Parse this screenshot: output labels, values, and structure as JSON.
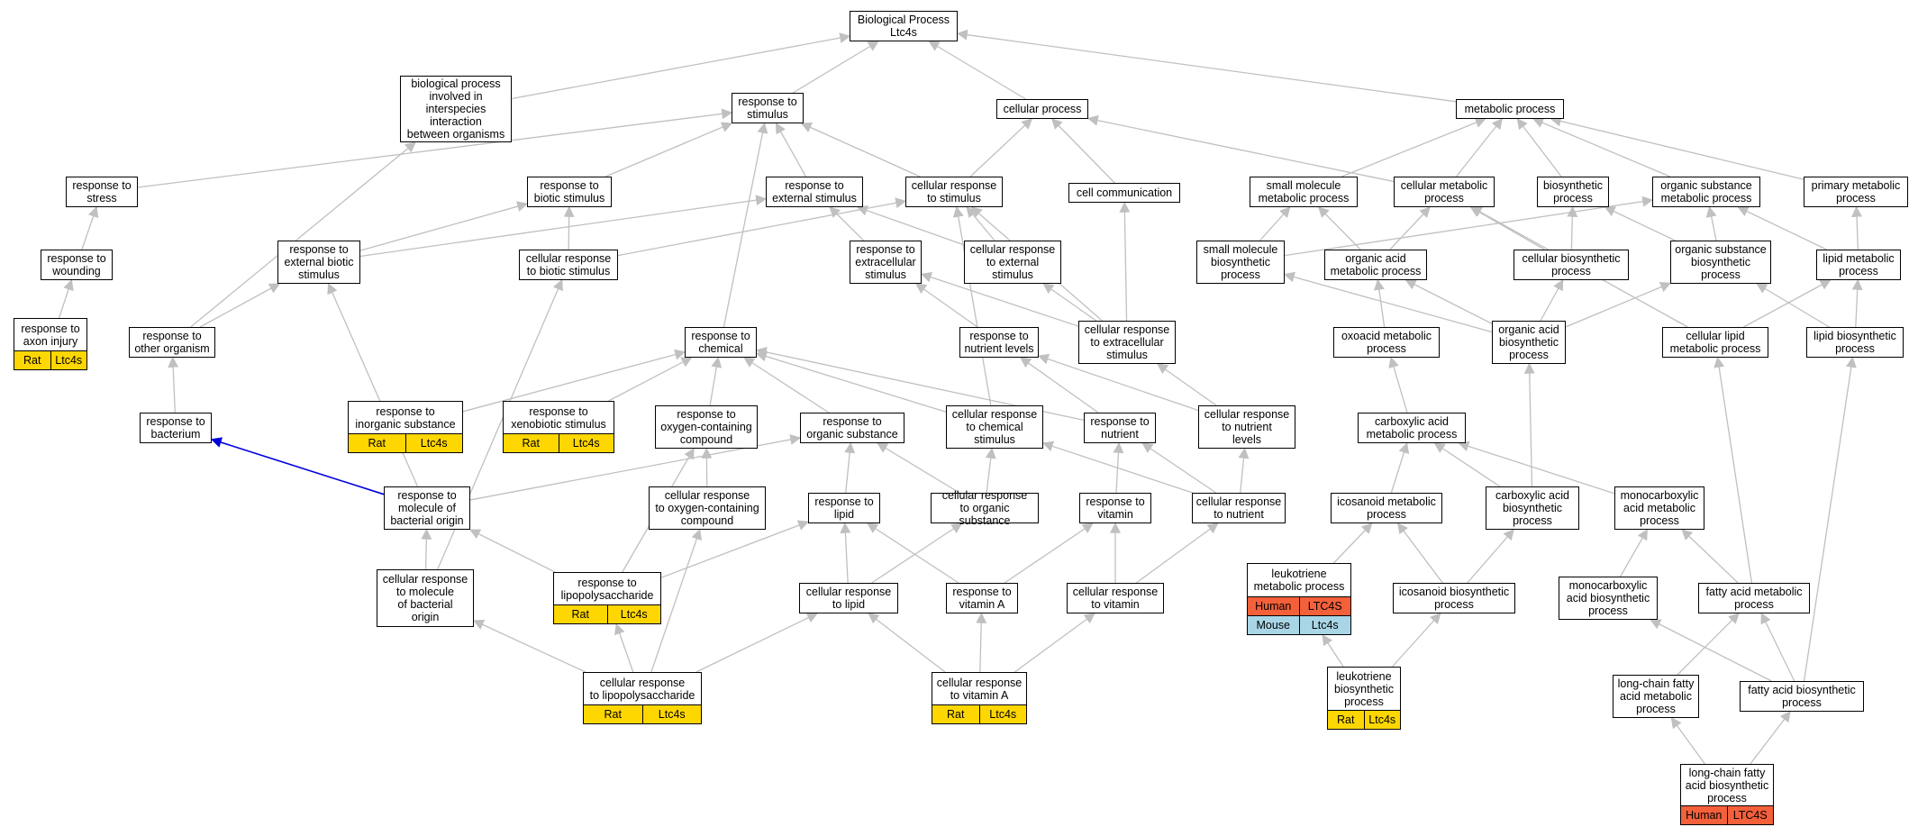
{
  "colors": {
    "edge": "#c0c0c0",
    "highlight_edge": "#0000dd",
    "rat": "#ffd700",
    "human": "#f4603a",
    "mouse": "#a9d6e6"
  },
  "nodes": {
    "biological_process": {
      "label": "Biological Process\nLtc4s"
    },
    "bp_interspecies": {
      "label": "biological process\ninvolved in\ninterspecies\ninteraction\nbetween organisms"
    },
    "response_to_stimulus": {
      "label": "response to\nstimulus"
    },
    "cellular_process": {
      "label": "cellular process"
    },
    "metabolic_process": {
      "label": "metabolic process"
    },
    "response_to_stress": {
      "label": "response to\nstress"
    },
    "response_to_biotic_stimulus": {
      "label": "response to\nbiotic stimulus"
    },
    "response_to_external_stimulus": {
      "label": "response to\nexternal stimulus"
    },
    "cellular_response_to_stimulus": {
      "label": "cellular response\nto stimulus"
    },
    "cell_communication": {
      "label": "cell communication"
    },
    "small_molecule_metabolic_process": {
      "label": "small molecule\nmetabolic process"
    },
    "cellular_metabolic_process": {
      "label": "cellular metabolic\nprocess"
    },
    "biosynthetic_process": {
      "label": "biosynthetic\nprocess"
    },
    "organic_substance_metabolic_process": {
      "label": "organic substance\nmetabolic process"
    },
    "primary_metabolic_process": {
      "label": "primary metabolic\nprocess"
    },
    "response_to_wounding": {
      "label": "response to\nwounding"
    },
    "response_to_external_biotic_stimulus": {
      "label": "response to\nexternal biotic\nstimulus"
    },
    "cellular_response_to_biotic_stimulus": {
      "label": "cellular response\nto biotic stimulus"
    },
    "response_to_extracellular_stimulus": {
      "label": "response to\nextracellular\nstimulus"
    },
    "cellular_response_to_external_stimulus": {
      "label": "cellular response\nto external\nstimulus"
    },
    "small_molecule_biosynthetic_process": {
      "label": "small molecule\nbiosynthetic\nprocess"
    },
    "organic_acid_metabolic_process": {
      "label": "organic acid\nmetabolic process"
    },
    "cellular_biosynthetic_process": {
      "label": "cellular biosynthetic\nprocess"
    },
    "organic_substance_biosynthetic_process": {
      "label": "organic substance\nbiosynthetic\nprocess"
    },
    "lipid_metabolic_process": {
      "label": "lipid metabolic\nprocess"
    },
    "response_to_axon_injury": {
      "label": "response to\naxon injury",
      "genes": [
        [
          "Rat",
          "Ltc4s"
        ]
      ]
    },
    "response_to_other_organism": {
      "label": "response to\nother organism"
    },
    "response_to_chemical": {
      "label": "response to\nchemical"
    },
    "response_to_nutrient_levels": {
      "label": "response to\nnutrient levels"
    },
    "cellular_response_to_extracellular_stimulus": {
      "label": "cellular response\nto extracellular\nstimulus"
    },
    "oxoacid_metabolic_process": {
      "label": "oxoacid metabolic\nprocess"
    },
    "organic_acid_biosynthetic_process": {
      "label": "organic acid\nbiosynthetic\nprocess"
    },
    "cellular_lipid_metabolic_process": {
      "label": "cellular lipid\nmetabolic process"
    },
    "lipid_biosynthetic_process": {
      "label": "lipid biosynthetic\nprocess"
    },
    "response_to_inorganic_substance": {
      "label": "response to\ninorganic substance",
      "genes": [
        [
          "Rat",
          "Ltc4s"
        ]
      ]
    },
    "response_to_xenobiotic_stimulus": {
      "label": "response to\nxenobiotic stimulus",
      "genes": [
        [
          "Rat",
          "Ltc4s"
        ]
      ]
    },
    "response_to_bacterium": {
      "label": "response to\nbacterium"
    },
    "response_to_oxygen_containing_compound": {
      "label": "response to\noxygen-containing\ncompound"
    },
    "response_to_organic_substance": {
      "label": "response to\norganic substance"
    },
    "cellular_response_to_chemical_stimulus": {
      "label": "cellular response\nto chemical\nstimulus"
    },
    "response_to_nutrient": {
      "label": "response to\nnutrient"
    },
    "cellular_response_to_nutrient_levels": {
      "label": "cellular response\nto nutrient\nlevels"
    },
    "carboxylic_acid_metabolic_process": {
      "label": "carboxylic acid\nmetabolic process"
    },
    "response_to_molecule_of_bacterial_origin": {
      "label": "response to\nmolecule of\nbacterial origin"
    },
    "cellular_response_to_oxygen_containing_compound": {
      "label": "cellular response\nto oxygen-containing\ncompound"
    },
    "response_to_lipid": {
      "label": "response to\nlipid"
    },
    "cellular_response_to_organic_substance": {
      "label": "cellular response\nto organic substance"
    },
    "response_to_vitamin": {
      "label": "response to\nvitamin"
    },
    "cellular_response_to_nutrient": {
      "label": "cellular response\nto nutrient"
    },
    "icosanoid_metabolic_process": {
      "label": "icosanoid metabolic\nprocess"
    },
    "carboxylic_acid_biosynthetic_process": {
      "label": "carboxylic acid\nbiosynthetic\nprocess"
    },
    "monocarboxylic_acid_metabolic_process": {
      "label": "monocarboxylic\nacid metabolic\nprocess"
    },
    "cellular_response_to_molecule_of_bacterial_origin": {
      "label": "cellular response\nto molecule\nof bacterial\norigin"
    },
    "response_to_lipopolysaccharide": {
      "label": "response to\nlipopolysaccharide",
      "genes": [
        [
          "Rat",
          "Ltc4s"
        ]
      ]
    },
    "cellular_response_to_lipid": {
      "label": "cellular response\nto lipid"
    },
    "response_to_vitamin_a": {
      "label": "response to\nvitamin A"
    },
    "cellular_response_to_vitamin": {
      "label": "cellular response\nto vitamin"
    },
    "leukotriene_metabolic_process": {
      "label": "leukotriene\nmetabolic process",
      "genes": [
        [
          "Human",
          "LTC4S"
        ],
        [
          "Mouse",
          "Ltc4s"
        ]
      ]
    },
    "icosanoid_biosynthetic_process": {
      "label": "icosanoid biosynthetic\nprocess"
    },
    "monocarboxylic_acid_biosynthetic_process": {
      "label": "monocarboxylic\nacid biosynthetic\nprocess"
    },
    "fatty_acid_metabolic_process": {
      "label": "fatty acid metabolic\nprocess"
    },
    "cellular_response_to_lipopolysaccharide": {
      "label": "cellular response\nto lipopolysaccharide",
      "genes": [
        [
          "Rat",
          "Ltc4s"
        ]
      ]
    },
    "cellular_response_to_vitamin_a": {
      "label": "cellular response\nto vitamin A",
      "genes": [
        [
          "Rat",
          "Ltc4s"
        ]
      ]
    },
    "leukotriene_biosynthetic_process": {
      "label": "leukotriene\nbiosynthetic\nprocess",
      "genes": [
        [
          "Rat",
          "Ltc4s"
        ]
      ]
    },
    "long_chain_fatty_acid_metabolic_process": {
      "label": "long-chain fatty\nacid metabolic\nprocess"
    },
    "fatty_acid_biosynthetic_process": {
      "label": "fatty acid biosynthetic\nprocess"
    },
    "long_chain_fatty_acid_biosynthetic_process": {
      "label": "long-chain fatty\nacid biosynthetic\nprocess",
      "genes": [
        [
          "Human",
          "LTC4S"
        ]
      ]
    }
  },
  "edges": [
    [
      "bp_interspecies",
      "biological_process"
    ],
    [
      "response_to_stimulus",
      "biological_process"
    ],
    [
      "cellular_process",
      "biological_process"
    ],
    [
      "metabolic_process",
      "biological_process"
    ],
    [
      "response_to_stress",
      "response_to_stimulus"
    ],
    [
      "response_to_biotic_stimulus",
      "response_to_stimulus"
    ],
    [
      "response_to_external_stimulus",
      "response_to_stimulus"
    ],
    [
      "cellular_response_to_stimulus",
      "response_to_stimulus"
    ],
    [
      "cellular_response_to_stimulus",
      "cellular_process"
    ],
    [
      "cell_communication",
      "cellular_process"
    ],
    [
      "small_molecule_metabolic_process",
      "metabolic_process"
    ],
    [
      "cellular_metabolic_process",
      "metabolic_process"
    ],
    [
      "cellular_metabolic_process",
      "cellular_process"
    ],
    [
      "biosynthetic_process",
      "metabolic_process"
    ],
    [
      "organic_substance_metabolic_process",
      "metabolic_process"
    ],
    [
      "primary_metabolic_process",
      "metabolic_process"
    ],
    [
      "response_to_wounding",
      "response_to_stress"
    ],
    [
      "response_to_axon_injury",
      "response_to_wounding"
    ],
    [
      "response_to_external_biotic_stimulus",
      "response_to_biotic_stimulus"
    ],
    [
      "response_to_external_biotic_stimulus",
      "response_to_external_stimulus"
    ],
    [
      "cellular_response_to_biotic_stimulus",
      "response_to_biotic_stimulus"
    ],
    [
      "cellular_response_to_biotic_stimulus",
      "cellular_response_to_stimulus"
    ],
    [
      "response_to_extracellular_stimulus",
      "response_to_external_stimulus"
    ],
    [
      "cellular_response_to_external_stimulus",
      "response_to_external_stimulus"
    ],
    [
      "cellular_response_to_external_stimulus",
      "cellular_response_to_stimulus"
    ],
    [
      "cellular_response_to_extracellular_stimulus",
      "response_to_extracellular_stimulus"
    ],
    [
      "cellular_response_to_extracellular_stimulus",
      "cellular_response_to_external_stimulus"
    ],
    [
      "cellular_response_to_extracellular_stimulus",
      "cell_communication"
    ],
    [
      "cellular_response_to_extracellular_stimulus",
      "cellular_response_to_stimulus"
    ],
    [
      "small_molecule_biosynthetic_process",
      "small_molecule_metabolic_process"
    ],
    [
      "small_molecule_biosynthetic_process",
      "organic_substance_metabolic_process"
    ],
    [
      "organic_acid_metabolic_process",
      "small_molecule_metabolic_process"
    ],
    [
      "organic_acid_metabolic_process",
      "cellular_metabolic_process"
    ],
    [
      "cellular_biosynthetic_process",
      "cellular_metabolic_process"
    ],
    [
      "cellular_biosynthetic_process",
      "biosynthetic_process"
    ],
    [
      "organic_substance_biosynthetic_process",
      "biosynthetic_process"
    ],
    [
      "organic_substance_biosynthetic_process",
      "organic_substance_metabolic_process"
    ],
    [
      "lipid_metabolic_process",
      "organic_substance_metabolic_process"
    ],
    [
      "lipid_metabolic_process",
      "primary_metabolic_process"
    ],
    [
      "response_to_other_organism",
      "response_to_external_biotic_stimulus"
    ],
    [
      "response_to_other_organism",
      "bp_interspecies"
    ],
    [
      "response_to_chemical",
      "response_to_stimulus"
    ],
    [
      "response_to_nutrient_levels",
      "response_to_extracellular_stimulus"
    ],
    [
      "oxoacid_metabolic_process",
      "organic_acid_metabolic_process"
    ],
    [
      "organic_acid_biosynthetic_process",
      "organic_acid_metabolic_process"
    ],
    [
      "organic_acid_biosynthetic_process",
      "cellular_biosynthetic_process"
    ],
    [
      "organic_acid_biosynthetic_process",
      "organic_substance_biosynthetic_process"
    ],
    [
      "organic_acid_biosynthetic_process",
      "small_molecule_biosynthetic_process"
    ],
    [
      "cellular_lipid_metabolic_process",
      "lipid_metabolic_process"
    ],
    [
      "cellular_lipid_metabolic_process",
      "cellular_metabolic_process"
    ],
    [
      "lipid_biosynthetic_process",
      "lipid_metabolic_process"
    ],
    [
      "lipid_biosynthetic_process",
      "organic_substance_biosynthetic_process"
    ],
    [
      "response_to_inorganic_substance",
      "response_to_chemical"
    ],
    [
      "response_to_xenobiotic_stimulus",
      "response_to_chemical"
    ],
    [
      "response_to_bacterium",
      "response_to_other_organism"
    ],
    [
      "response_to_oxygen_containing_compound",
      "response_to_chemical"
    ],
    [
      "response_to_organic_substance",
      "response_to_chemical"
    ],
    [
      "cellular_response_to_chemical_stimulus",
      "response_to_chemical"
    ],
    [
      "cellular_response_to_chemical_stimulus",
      "cellular_response_to_stimulus"
    ],
    [
      "response_to_nutrient",
      "response_to_nutrient_levels"
    ],
    [
      "response_to_nutrient",
      "response_to_chemical"
    ],
    [
      "cellular_response_to_nutrient_levels",
      "response_to_nutrient_levels"
    ],
    [
      "cellular_response_to_nutrient_levels",
      "cellular_response_to_extracellular_stimulus"
    ],
    [
      "carboxylic_acid_metabolic_process",
      "oxoacid_metabolic_process"
    ],
    [
      "response_to_molecule_of_bacterial_origin",
      "response_to_bacterium"
    ],
    [
      "response_to_molecule_of_bacterial_origin",
      "response_to_organic_substance"
    ],
    [
      "response_to_molecule_of_bacterial_origin",
      "response_to_external_biotic_stimulus"
    ],
    [
      "cellular_response_to_oxygen_containing_compound",
      "response_to_oxygen_containing_compound"
    ],
    [
      "response_to_lipid",
      "response_to_organic_substance"
    ],
    [
      "cellular_response_to_organic_substance",
      "response_to_organic_substance"
    ],
    [
      "cellular_response_to_organic_substance",
      "cellular_response_to_chemical_stimulus"
    ],
    [
      "response_to_vitamin",
      "response_to_nutrient"
    ],
    [
      "cellular_response_to_nutrient",
      "response_to_nutrient"
    ],
    [
      "cellular_response_to_nutrient",
      "cellular_response_to_nutrient_levels"
    ],
    [
      "cellular_response_to_nutrient",
      "cellular_response_to_chemical_stimulus"
    ],
    [
      "icosanoid_metabolic_process",
      "carboxylic_acid_metabolic_process"
    ],
    [
      "carboxylic_acid_biosynthetic_process",
      "carboxylic_acid_metabolic_process"
    ],
    [
      "carboxylic_acid_biosynthetic_process",
      "organic_acid_biosynthetic_process"
    ],
    [
      "monocarboxylic_acid_metabolic_process",
      "carboxylic_acid_metabolic_process"
    ],
    [
      "cellular_response_to_molecule_of_bacterial_origin",
      "response_to_molecule_of_bacterial_origin"
    ],
    [
      "cellular_response_to_molecule_of_bacterial_origin",
      "cellular_response_to_biotic_stimulus"
    ],
    [
      "response_to_lipopolysaccharide",
      "response_to_molecule_of_bacterial_origin"
    ],
    [
      "response_to_lipopolysaccharide",
      "response_to_lipid"
    ],
    [
      "response_to_lipopolysaccharide",
      "response_to_oxygen_containing_compound"
    ],
    [
      "cellular_response_to_lipid",
      "response_to_lipid"
    ],
    [
      "cellular_response_to_lipid",
      "cellular_response_to_organic_substance"
    ],
    [
      "response_to_vitamin_a",
      "response_to_vitamin"
    ],
    [
      "response_to_vitamin_a",
      "response_to_lipid"
    ],
    [
      "cellular_response_to_vitamin",
      "response_to_vitamin"
    ],
    [
      "cellular_response_to_vitamin",
      "cellular_response_to_nutrient"
    ],
    [
      "leukotriene_metabolic_process",
      "icosanoid_metabolic_process"
    ],
    [
      "icosanoid_biosynthetic_process",
      "icosanoid_metabolic_process"
    ],
    [
      "icosanoid_biosynthetic_process",
      "carboxylic_acid_biosynthetic_process"
    ],
    [
      "monocarboxylic_acid_biosynthetic_process",
      "monocarboxylic_acid_metabolic_process"
    ],
    [
      "fatty_acid_metabolic_process",
      "monocarboxylic_acid_metabolic_process"
    ],
    [
      "fatty_acid_metabolic_process",
      "cellular_lipid_metabolic_process"
    ],
    [
      "cellular_response_to_lipopolysaccharide",
      "response_to_lipopolysaccharide"
    ],
    [
      "cellular_response_to_lipopolysaccharide",
      "cellular_response_to_molecule_of_bacterial_origin"
    ],
    [
      "cellular_response_to_lipopolysaccharide",
      "cellular_response_to_lipid"
    ],
    [
      "cellular_response_to_lipopolysaccharide",
      "cellular_response_to_oxygen_containing_compound"
    ],
    [
      "cellular_response_to_vitamin_a",
      "response_to_vitamin_a"
    ],
    [
      "cellular_response_to_vitamin_a",
      "cellular_response_to_lipid"
    ],
    [
      "cellular_response_to_vitamin_a",
      "cellular_response_to_vitamin"
    ],
    [
      "leukotriene_biosynthetic_process",
      "leukotriene_metabolic_process"
    ],
    [
      "leukotriene_biosynthetic_process",
      "icosanoid_biosynthetic_process"
    ],
    [
      "long_chain_fatty_acid_metabolic_process",
      "fatty_acid_metabolic_process"
    ],
    [
      "fatty_acid_biosynthetic_process",
      "fatty_acid_metabolic_process"
    ],
    [
      "fatty_acid_biosynthetic_process",
      "monocarboxylic_acid_biosynthetic_process"
    ],
    [
      "fatty_acid_biosynthetic_process",
      "lipid_biosynthetic_process"
    ],
    [
      "long_chain_fatty_acid_biosynthetic_process",
      "long_chain_fatty_acid_metabolic_process"
    ],
    [
      "long_chain_fatty_acid_biosynthetic_process",
      "fatty_acid_biosynthetic_process"
    ]
  ],
  "highlight_edges": [
    [
      "response_to_molecule_of_bacterial_origin",
      "response_to_bacterium"
    ]
  ]
}
